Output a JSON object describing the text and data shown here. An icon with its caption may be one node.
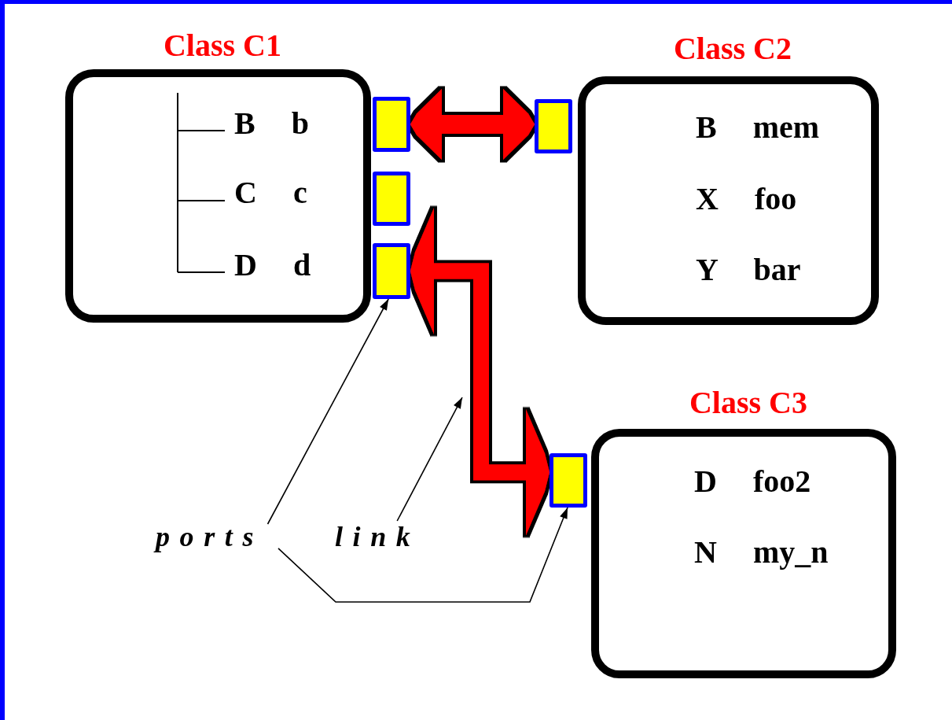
{
  "diagram": {
    "nodes": [
      {
        "text": [
          "Class C1",
          "B b",
          "C c",
          "D d"
        ]
      },
      {
        "text": [
          "Class C2",
          "B mem",
          "X foo",
          "Y bar"
        ]
      },
      {
        "text": [
          "Class C3",
          "D foo2",
          "N my_n"
        ]
      },
      {
        "text": [],
        "shape": "box"
      },
      {
        "text": [],
        "shape": "box"
      },
      {
        "text": [],
        "shape": "box"
      },
      {
        "text": [],
        "shape": "box"
      },
      {
        "text": [],
        "shape": "box"
      },
      {
        "text": [
          "ports"
        ]
      },
      {
        "text": [
          "link"
        ]
      }
    ],
    "edges": [
      {
        "from": 3,
        "to": 6,
        "arrow": "both",
        "style": "thick",
        "color": "#ff0000"
      },
      {
        "from": 5,
        "to": 7,
        "arrow": "both",
        "style": "thick",
        "color": "#ff0000"
      },
      {
        "from": 8,
        "to": 5,
        "arrow": "to"
      },
      {
        "from": 8,
        "to": 7,
        "arrow": "to"
      },
      {
        "from": 9,
        "to": null,
        "arrow": "to"
      }
    ]
  }
}
